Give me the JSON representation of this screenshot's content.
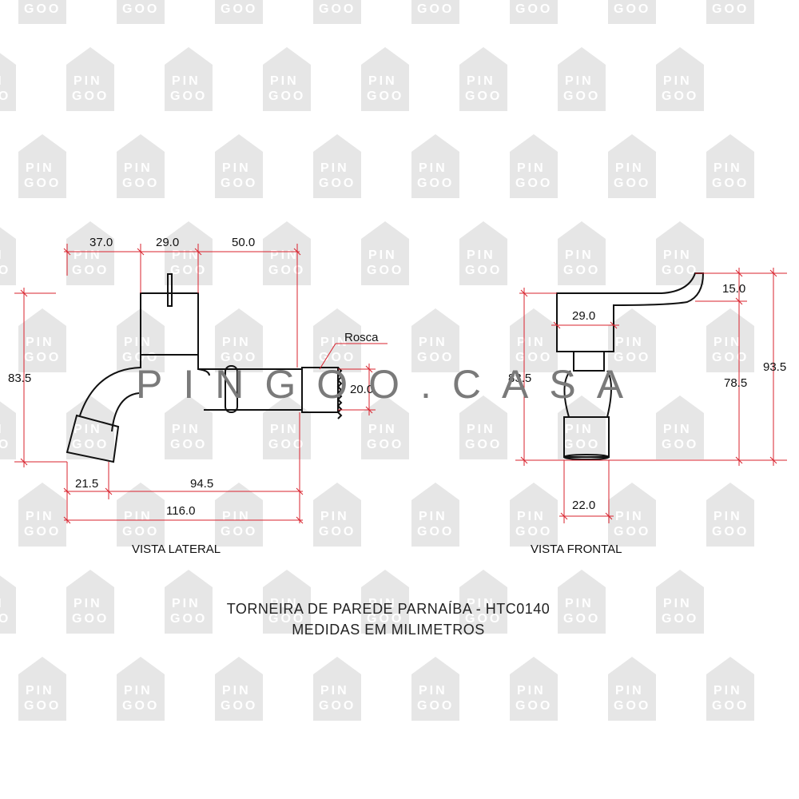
{
  "drawing": {
    "title": "TORNEIRA DE PAREDE PARNAÍBA - HTC0140",
    "subtitle": "MEDIDAS EM MILIMETROS",
    "brand": "PINGOO.CASA",
    "watermark": {
      "line1": "PIN",
      "line2": "GOO",
      "color": "#e6e6e6"
    },
    "dimension_color": "#d9232e",
    "lateral_view": {
      "caption": "VISTA LATERAL",
      "thread_label": "Rosca",
      "dims": {
        "top_1": "37.0",
        "top_2": "29.0",
        "top_3": "50.0",
        "height": "83.5",
        "thread": "20.0",
        "bottom_1": "21.5",
        "bottom_2": "94.5",
        "total": "116.0"
      }
    },
    "front_view": {
      "caption": "VISTA FRONTAL",
      "dims": {
        "handle": "15.0",
        "width_top": "29.0",
        "height_left": "83.5",
        "height_mid": "78.5",
        "height_total": "93.5",
        "width_bottom": "22.0"
      }
    }
  }
}
